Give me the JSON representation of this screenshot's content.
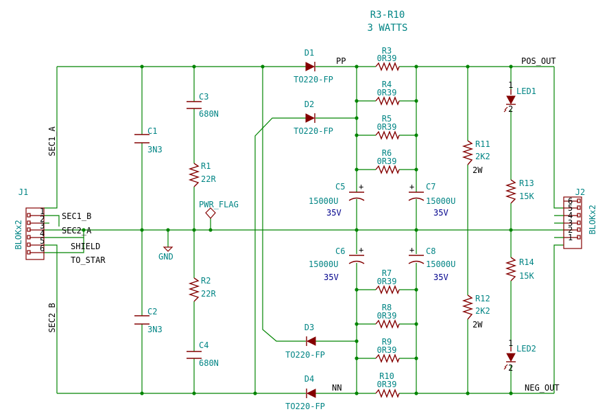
{
  "notes": {
    "line1": "R3-R10",
    "line2": "3 WATTS"
  },
  "connectors": {
    "j1": {
      "ref": "J1",
      "value": "BLOKx2",
      "pins": [
        "1",
        "2",
        "3",
        "4",
        "5",
        "6"
      ]
    },
    "j2": {
      "ref": "J2",
      "value": "BLOKx2",
      "pins": [
        "6",
        "5",
        "4",
        "3",
        "2",
        "1"
      ]
    }
  },
  "nets": {
    "sec1_a": "SEC1_A",
    "sec2_b": "SEC2_B",
    "sec1_b": "SEC1_B",
    "sec2_a": "SEC2_A",
    "shield": "SHIELD",
    "to_star": "TO_STAR",
    "pwr_flag": "PWR_FLAG",
    "gnd": "GND",
    "pp": "PP",
    "nn": "NN",
    "pos_out": "POS_OUT",
    "neg_out": "NEG_OUT"
  },
  "diodes": {
    "d1": {
      "ref": "D1",
      "value": "TO220-FP"
    },
    "d2": {
      "ref": "D2",
      "value": "TO220-FP"
    },
    "d3": {
      "ref": "D3",
      "value": "TO220-FP"
    },
    "d4": {
      "ref": "D4",
      "value": "TO220-FP"
    }
  },
  "capacitors": {
    "c1": {
      "ref": "C1",
      "value": "3N3"
    },
    "c2": {
      "ref": "C2",
      "value": "3N3"
    },
    "c3": {
      "ref": "C3",
      "value": "680N"
    },
    "c4": {
      "ref": "C4",
      "value": "680N"
    },
    "c5": {
      "ref": "C5",
      "value": "15000U",
      "voltage": "35V"
    },
    "c6": {
      "ref": "C6",
      "value": "15000U",
      "voltage": "35V"
    },
    "c7": {
      "ref": "C7",
      "value": "15000U",
      "voltage": "35V"
    },
    "c8": {
      "ref": "C8",
      "value": "15000U",
      "voltage": "35V"
    }
  },
  "resistors": {
    "r1": {
      "ref": "R1",
      "value": "22R"
    },
    "r2": {
      "ref": "R2",
      "value": "22R"
    },
    "r3": {
      "ref": "R3",
      "value": "0R39"
    },
    "r4": {
      "ref": "R4",
      "value": "0R39"
    },
    "r5": {
      "ref": "R5",
      "value": "0R39"
    },
    "r6": {
      "ref": "R6",
      "value": "0R39"
    },
    "r7": {
      "ref": "R7",
      "value": "0R39"
    },
    "r8": {
      "ref": "R8",
      "value": "0R39"
    },
    "r9": {
      "ref": "R9",
      "value": "0R39"
    },
    "r10": {
      "ref": "R10",
      "value": "0R39"
    },
    "r11": {
      "ref": "R11",
      "value": "2K2",
      "power": "2W"
    },
    "r12": {
      "ref": "R12",
      "value": "2K2",
      "power": "2W"
    },
    "r13": {
      "ref": "R13",
      "value": "15K"
    },
    "r14": {
      "ref": "R14",
      "value": "15K"
    }
  },
  "leds": {
    "led1": {
      "ref": "LED1"
    },
    "led2": {
      "ref": "LED2"
    }
  },
  "colors": {
    "wire": "#008400",
    "part": "#840000",
    "label": "#008484",
    "value_blue": "#00008c",
    "net_label": "#000000"
  }
}
